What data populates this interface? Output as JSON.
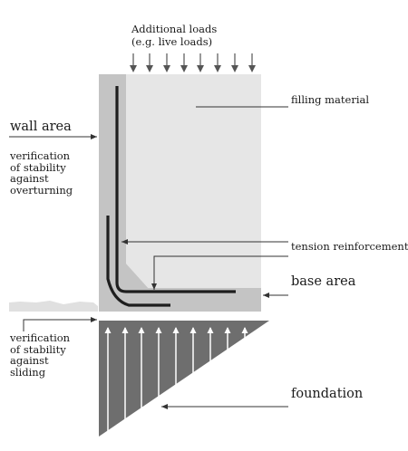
{
  "labels": {
    "additional_loads_1": "Additional loads",
    "additional_loads_2": "(e.g. live loads)",
    "filling_material": "filling material",
    "wall_area": "wall area",
    "overturning_1": "verification",
    "overturning_2": "of stability",
    "overturning_3": "against",
    "overturning_4": "overturning",
    "tension_reinforcement": "tension reinforcement",
    "base_area": "base area",
    "sliding_1": "verification",
    "sliding_2": "of stability",
    "sliding_3": "against",
    "sliding_4": "sliding",
    "foundation": "foundation"
  },
  "colors": {
    "wall": "#c4c4c4",
    "fill": "#e6e6e6",
    "rebar": "#1e1e1e",
    "pressure": "#6e6e6e",
    "ground": "#e0e0e0",
    "line": "#333333"
  }
}
